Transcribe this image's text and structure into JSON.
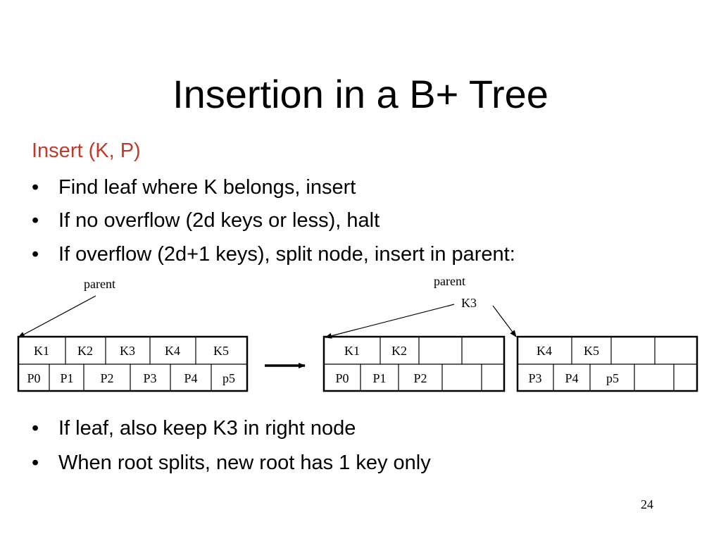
{
  "slide": {
    "title": "Insertion in a B+ Tree",
    "subhead": "Insert (K, P)",
    "bullets_top": [
      "Find leaf where K belongs, insert",
      "If no overflow (2d keys or less), halt",
      "If overflow (2d+1 keys), split node, insert in parent:"
    ],
    "bullets_bottom": [
      "If leaf, also keep K3 in right node",
      "When root splits, new root has 1 key only"
    ],
    "bullet_symbol": "•",
    "page_number": "24",
    "subhead_color": "#c0392b"
  },
  "diagram": {
    "left_parent_label": "parent",
    "right_parent_label": "parent",
    "promoted_key": "K3",
    "original_node": {
      "keys": [
        "K1",
        "K2",
        "K3",
        "K4",
        "K5"
      ],
      "pointers": [
        "P0",
        "P1",
        "P2",
        "P3",
        "P4",
        "p5"
      ]
    },
    "left_split_node": {
      "keys": [
        "K1",
        "K2",
        "",
        "",
        ""
      ],
      "pointers": [
        "P0",
        "P1",
        "P2",
        "",
        ""
      ]
    },
    "right_split_node": {
      "keys": [
        "K4",
        "K5",
        "",
        "",
        ""
      ],
      "pointers": [
        "P3",
        "P4",
        "p5",
        "",
        ""
      ]
    }
  }
}
